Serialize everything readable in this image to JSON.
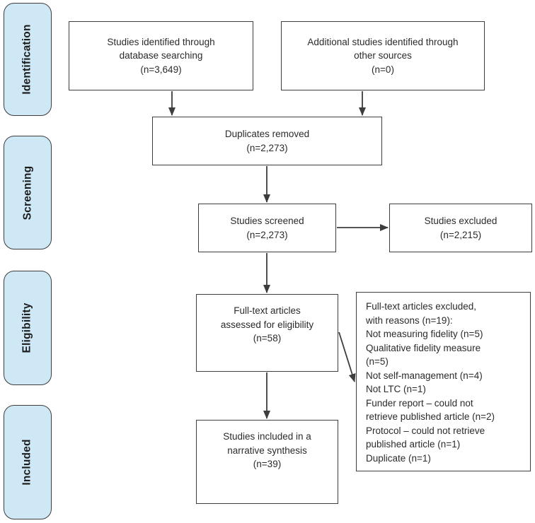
{
  "diagram": {
    "type": "prisma-flow-diagram",
    "palette": {
      "stage_fill": "#cfe8f6",
      "line_color": "#3d3d3d",
      "box_fill": "#ffffff",
      "text_color": "#2b2b2b"
    },
    "stages": [
      {
        "id": "identification",
        "label": "Identification"
      },
      {
        "id": "screening",
        "label": "Screening"
      },
      {
        "id": "eligibility",
        "label": "Eligibility"
      },
      {
        "id": "included",
        "label": "Included"
      }
    ],
    "boxes": {
      "identified": {
        "text": "Studies identified through\ndatabase searching\n(n=3,649)"
      },
      "additional": {
        "text": "Additional studies identified through\nother sources\n(n=0)"
      },
      "duplicates": {
        "text": "Duplicates removed\n(n=2,273)"
      },
      "screened": {
        "text": "Studies screened\n(n=2,273)"
      },
      "excluded": {
        "text": "Studies excluded\n(n=2,215)"
      },
      "fulltext": {
        "text": "Full-text articles\nassessed for eligibility\n(n=58)"
      },
      "reasons": {
        "text": "Full-text articles excluded,\nwith reasons (n=19):\nNot measuring fidelity (n=5)\nQualitative fidelity measure\n(n=5)\nNot self-management (n=4)\nNot LTC (n=1)\nFunder report – could not\nretrieve published article (n=2)\nProtocol – could not retrieve\npublished article (n=1)\nDuplicate (n=1)"
      },
      "included": {
        "text": "Studies included in a\nnarrative synthesis\n(n=39)"
      }
    }
  }
}
